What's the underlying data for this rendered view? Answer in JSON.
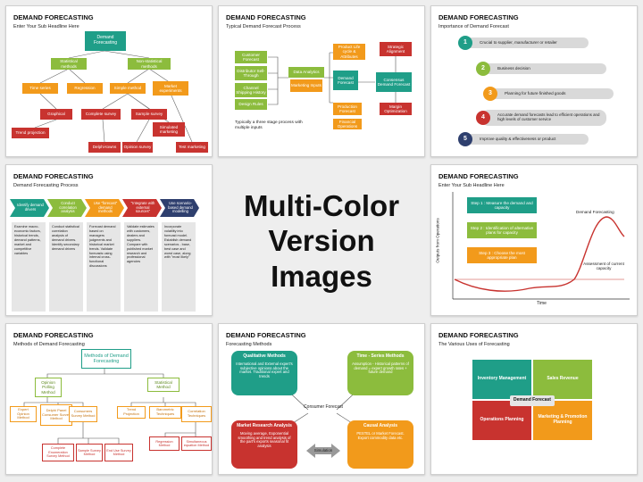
{
  "center": {
    "line1": "Multi-Color",
    "line2": "Version Images"
  },
  "slides": [
    {
      "title": "DEMAND FORECASTING",
      "subtitle": "Enter Your Sub Headline Here",
      "nodes": [
        "Demand Forecasting",
        "Statistical methods",
        "Non-statistical methods",
        "Time series",
        "Regression",
        "Simple method",
        "Market experiments",
        "Graphical",
        "Trend projection",
        "Complete survey",
        "Sample survey",
        "Simulated marketing",
        "Delphi-towns",
        "Opinion survey",
        "Test marketing"
      ]
    },
    {
      "title": "DEMAND FORECASTING",
      "subtitle": "Typical Demand Forecast Process",
      "nodes": [
        "Customer Forecast",
        "Distributor Sell-Through",
        "Channel Shipping History",
        "Design Rules",
        "Data Analytics",
        "Marketing Inputs",
        "Product Life cycle & Attributes",
        "Demand Forecast",
        "Strategic Alignment",
        "Consensus Demand Forecast",
        "Production Forecast",
        "Financial Operations",
        "Margin Optimization"
      ],
      "note": "Typically a three stage process with multiple inputs"
    },
    {
      "title": "DEMAND FORECASTING",
      "subtitle": "Importance of Demand Forecast",
      "items": [
        {
          "num": "1",
          "text": "Crucial to supplier, manufacturer or retailer"
        },
        {
          "num": "2",
          "text": "Business decision"
        },
        {
          "num": "3",
          "text": "Planning for future finished goods"
        },
        {
          "num": "4",
          "text": "Accurate demand forecasts lead to efficient operations and high levels of customer service"
        },
        {
          "num": "5",
          "text": "Improve quality & effectiveness or product"
        }
      ]
    },
    {
      "title": "DEMAND FORECASTING",
      "subtitle": "Demand Forecasting Process",
      "steps": [
        "Identify demand drivers",
        "Conduct correlation analysis",
        "Use \"forecast\" demand methods",
        "\"Integrate with external sources\"",
        "Use scenario-based demand modelling"
      ],
      "details": [
        "Examine macro-economic factors, historical trends, demand patterns, market and competitive variables",
        "Conduct statistical correlation analysis of demand drivers. Identify secondary demand drivers",
        "Forecast demand based on managers judgments and historical market trends. Validate forecasts using internal cross-functional discussions",
        "Validate estimates with customers, dealers and suppliers. Compare with published market research and professional agencies",
        "Incorporate volatility into forecast model. Establish demand scenarios - base, best case and worst case, along with \"most likely\""
      ]
    },
    {
      "title": "DEMAND FORECASTING",
      "subtitle": "Enter Your Sub Headline Here",
      "steps": [
        "Step 1 : Measure the demand and capacity",
        "Step 2 : Identification of alternative plans for capacity",
        "Step 3 : Choose the most appropriate plan"
      ],
      "curve_label": "Demand Forecasting",
      "capacity_label": "Assessment of current capacity",
      "x_label": "Time",
      "y_label": "Outputs from Operations"
    },
    {
      "title": "DEMAND FORECASTING",
      "subtitle": "Methods of Demand Forecasting",
      "nodes": [
        "Methods of Demand Forecasting",
        "Opinion Polling Method",
        "Statistical Method",
        "Expert Opinion Method",
        "Delphi Panel Consumer Survey Method",
        "Consumers Survey Method",
        "Trend Projection",
        "Barometric Techniques",
        "Correlation Techniques",
        "Complete Enumeration Survey Method",
        "Sample Survey Method",
        "End Use Survey Method",
        "Regression Method",
        "Simultaneous equation Method"
      ]
    },
    {
      "title": "DEMAND FORECASTING",
      "subtitle": "Forecasting Methods",
      "quads": [
        {
          "title": "Qualitative Methods",
          "text": "International and External expert's subjective opinions about the market. Traditional expert and trends"
        },
        {
          "title": "Time - Series Methods",
          "text": "Assumption - Historical patterns of demand = expert growth rates + future demand"
        },
        {
          "title": "Market Research Analysis",
          "text": "Moving average, Exponential smoothing and trend analysis of the part's exports seasonal fit analysis"
        },
        {
          "title": "Causal Analysis",
          "text": "PESTEL or Market Forecast. Export commodity data etc."
        }
      ],
      "center": "Consumer Forecast",
      "arrow": "Simulation"
    },
    {
      "title": "DEMAND FORECASTING",
      "subtitle": "The Various Uses of Forecasting",
      "cells": [
        "Inventory Management",
        "Sales Revenue",
        "Operations Planning",
        "Marketing & Promotion Planning"
      ],
      "center": "Demand Forecast"
    }
  ]
}
